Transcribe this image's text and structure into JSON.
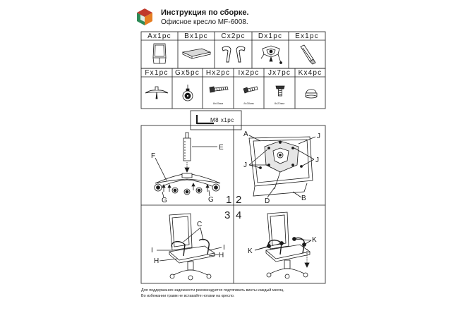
{
  "header": {
    "title": "Инструкция по сборке.",
    "subtitle": "Офисное кресло MF-6008."
  },
  "parts_row1": [
    {
      "label": "Ax1pc",
      "icon": "seat-back-icon"
    },
    {
      "label": "Bx1pc",
      "icon": "seat-cushion-icon"
    },
    {
      "label": "Cx2pc",
      "icon": "armrest-icon"
    },
    {
      "label": "Dx1pc",
      "icon": "mechanism-icon"
    },
    {
      "label": "Ex1pc",
      "icon": "gas-lift-icon"
    }
  ],
  "parts_row2": [
    {
      "label": "Fx1pc",
      "icon": "star-base-icon",
      "sub": ""
    },
    {
      "label": "Gx5pc",
      "icon": "caster-icon",
      "sub": ""
    },
    {
      "label": "Hx2pc",
      "icon": "screw-long-icon",
      "sub": "8x45мм"
    },
    {
      "label": "Ix2pc",
      "icon": "screw-medium-icon",
      "sub": "8x30мм"
    },
    {
      "label": "Jx7pc",
      "icon": "screw-short-icon",
      "sub": "8x20мм"
    },
    {
      "label": "Kx4pc",
      "icon": "cap-icon",
      "sub": ""
    }
  ],
  "allen_key": {
    "label": "M8 x1pc"
  },
  "steps": {
    "s1": {
      "number": "1",
      "labels": {
        "E": "E",
        "F": "F",
        "G1": "G",
        "G2": "G"
      }
    },
    "s2": {
      "number": "2",
      "labels": {
        "A": "A",
        "J1": "J",
        "J2": "J",
        "J3": "J",
        "D": "D",
        "B": "B"
      }
    },
    "s3": {
      "number": "3",
      "labels": {
        "C": "C",
        "I1": "I",
        "I2": "I",
        "H1": "H",
        "H2": "H"
      }
    },
    "s4": {
      "number": "4",
      "labels": {
        "K1": "K",
        "K2": "K"
      }
    }
  },
  "footer": {
    "line1": "Для поддержания надежности рекомендуется подтягивать винты каждый месяц.",
    "line2": "Во избежании травм не вставайте ногами на кресло."
  },
  "colors": {
    "line": "#1a1a1a",
    "logo_red": "#c0392b",
    "logo_green": "#2e8b57",
    "logo_orange": "#e67e22"
  }
}
